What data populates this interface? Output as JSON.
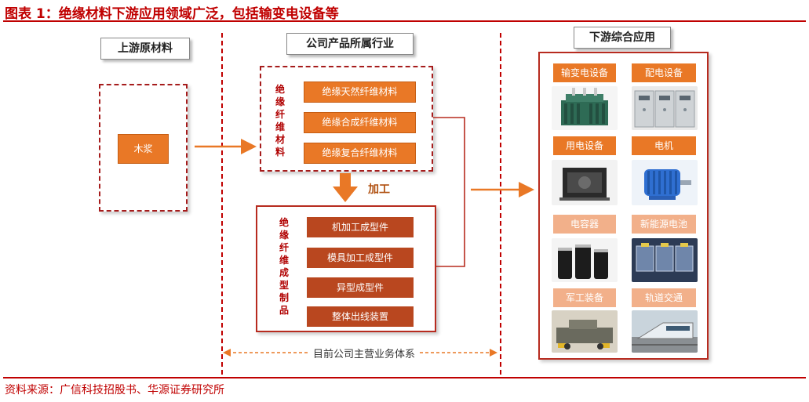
{
  "figure": {
    "title": "图表 1：绝缘材料下游应用领域广泛，包括输变电设备等",
    "source": "资料来源：广信科技招股书、华源证券研究所"
  },
  "upstream": {
    "header": "上游原材料",
    "item": "木浆"
  },
  "company": {
    "header": "公司产品所属行业",
    "fiber_material": {
      "label": "绝缘纤维材料",
      "items": [
        "绝缘天然纤维材料",
        "绝缘合成纤维材料",
        "绝缘复合纤维材料"
      ]
    },
    "process_label": "加工",
    "fiber_products": {
      "label": "绝缘纤维成型制品",
      "items": [
        "机加工成型件",
        "模具加工成型件",
        "异型成型件",
        "整体出线装置"
      ]
    },
    "scope_label": "目前公司主营业务体系"
  },
  "downstream": {
    "header": "下游综合应用",
    "apps": [
      {
        "label": "输变电设备",
        "icon": "transformer-image",
        "style": "strong"
      },
      {
        "label": "配电设备",
        "icon": "switchgear-cabinet-image",
        "style": "strong"
      },
      {
        "label": "用电设备",
        "icon": "generator-set-image",
        "style": "strong"
      },
      {
        "label": "电机",
        "icon": "electric-motor-image",
        "style": "strong"
      },
      {
        "label": "电容器",
        "icon": "capacitor-image",
        "style": "light"
      },
      {
        "label": "新能源电池",
        "icon": "battery-pack-image",
        "style": "light"
      },
      {
        "label": "军工装备",
        "icon": "military-equipment-image",
        "style": "light"
      },
      {
        "label": "轨道交通",
        "icon": "rail-transit-image",
        "style": "light"
      }
    ]
  },
  "colors": {
    "accent_red": "#c00000",
    "orange": "#e97826",
    "dark_orange": "#b9471f",
    "light_orange": "#f2b08a"
  }
}
